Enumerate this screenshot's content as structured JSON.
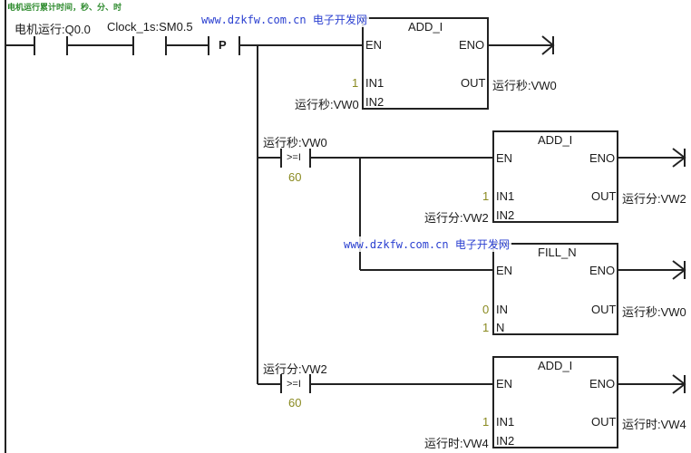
{
  "network_comment": "电机运行累计时间，秒、分、时",
  "watermark": "www.dzkfw.com.cn 电子开发网",
  "rung_top": {
    "contacts": [
      {
        "label": "电机运行:Q0.0",
        "type": "normally-open"
      },
      {
        "label": "Clock_1s:SM0.5",
        "type": "normally-open"
      },
      {
        "label": "P",
        "type": "positive-edge"
      }
    ]
  },
  "blocks": [
    {
      "title": "ADD_I",
      "pins_left": [
        "EN",
        "IN1",
        "IN2"
      ],
      "pins_right": [
        "ENO",
        "OUT"
      ],
      "in1_value": "1",
      "in2_value": "运行秒:VW0",
      "out_value": "运行秒:VW0"
    },
    {
      "title": "ADD_I",
      "pins_left": [
        "EN",
        "IN1",
        "IN2"
      ],
      "pins_right": [
        "ENO",
        "OUT"
      ],
      "in1_value": "1",
      "in2_value": "运行分:VW2",
      "out_value": "运行分:VW2"
    },
    {
      "title": "FILL_N",
      "pins_left": [
        "EN",
        "IN",
        "N"
      ],
      "pins_right": [
        "ENO",
        "OUT"
      ],
      "in1_value": "0",
      "in2_value": "1",
      "out_value": "运行秒:VW0"
    },
    {
      "title": "ADD_I",
      "pins_left": [
        "EN",
        "IN1",
        "IN2"
      ],
      "pins_right": [
        "ENO",
        "OUT"
      ],
      "in1_value": "1",
      "in2_value": "运行时:VW4",
      "out_value": "运行时:VW4"
    }
  ],
  "compares": [
    {
      "operand": "运行秒:VW0",
      "operator": ">=I",
      "value": "60"
    },
    {
      "operand": "运行分:VW2",
      "operator": ">=I",
      "value": "60"
    }
  ]
}
